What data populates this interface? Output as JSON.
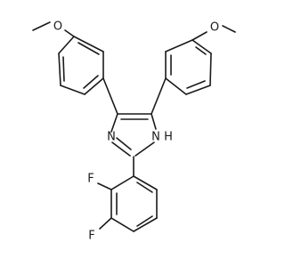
{
  "molecule": {
    "atoms": {
      "o_left": "O",
      "o_right": "O",
      "n_ring": "N",
      "nh_ring": "H",
      "nh_n": "N",
      "f_top": "F",
      "f_bottom": "F"
    }
  }
}
